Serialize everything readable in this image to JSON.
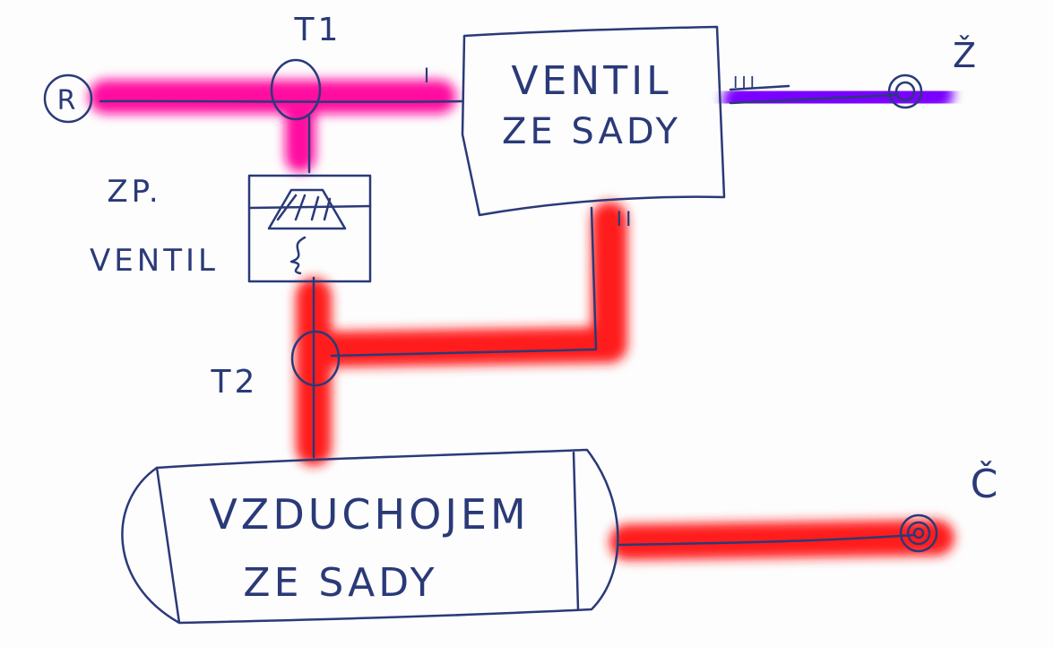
{
  "diagram": {
    "colors": {
      "ink": "#2a3a78",
      "magenta": "#ff0aa0",
      "red": "#ff1a1a",
      "violet": "#7a00ff",
      "paper": "#fdfdfd"
    },
    "nodes": {
      "r": {
        "label": "R"
      },
      "t1": {
        "label": "T1"
      },
      "t2": {
        "label": "T2"
      },
      "zp_ventil": {
        "label_line1": "ZP.",
        "label_line2": "VENTIL"
      },
      "ventil_ze_sady": {
        "label_line1": "VENTIL",
        "label_line2": "ZE SADY"
      },
      "vzduchojem": {
        "label_line1": "VZDUCHOJEM",
        "label_line2": "ZE SADY"
      },
      "z_output": {
        "label": "Ž"
      },
      "c_output": {
        "label": "Č"
      }
    },
    "ports": {
      "i": "I",
      "ii": "II",
      "iii": "III"
    },
    "connections": [
      {
        "from": "R",
        "to": "VENTIL ZE SADY port I",
        "via": "T1",
        "color": "magenta"
      },
      {
        "from": "T1",
        "to": "ZP. VENTIL",
        "color": "magenta"
      },
      {
        "from": "VENTIL ZE SADY port III",
        "to": "Ž",
        "color": "violet"
      },
      {
        "from": "VENTIL ZE SADY port II",
        "to": "T2",
        "color": "red"
      },
      {
        "from": "ZP. VENTIL",
        "to": "VZDUCHOJEM ZE SADY",
        "via": "T2",
        "color": "red"
      },
      {
        "from": "VZDUCHOJEM ZE SADY",
        "to": "Č",
        "color": "red"
      }
    ]
  }
}
